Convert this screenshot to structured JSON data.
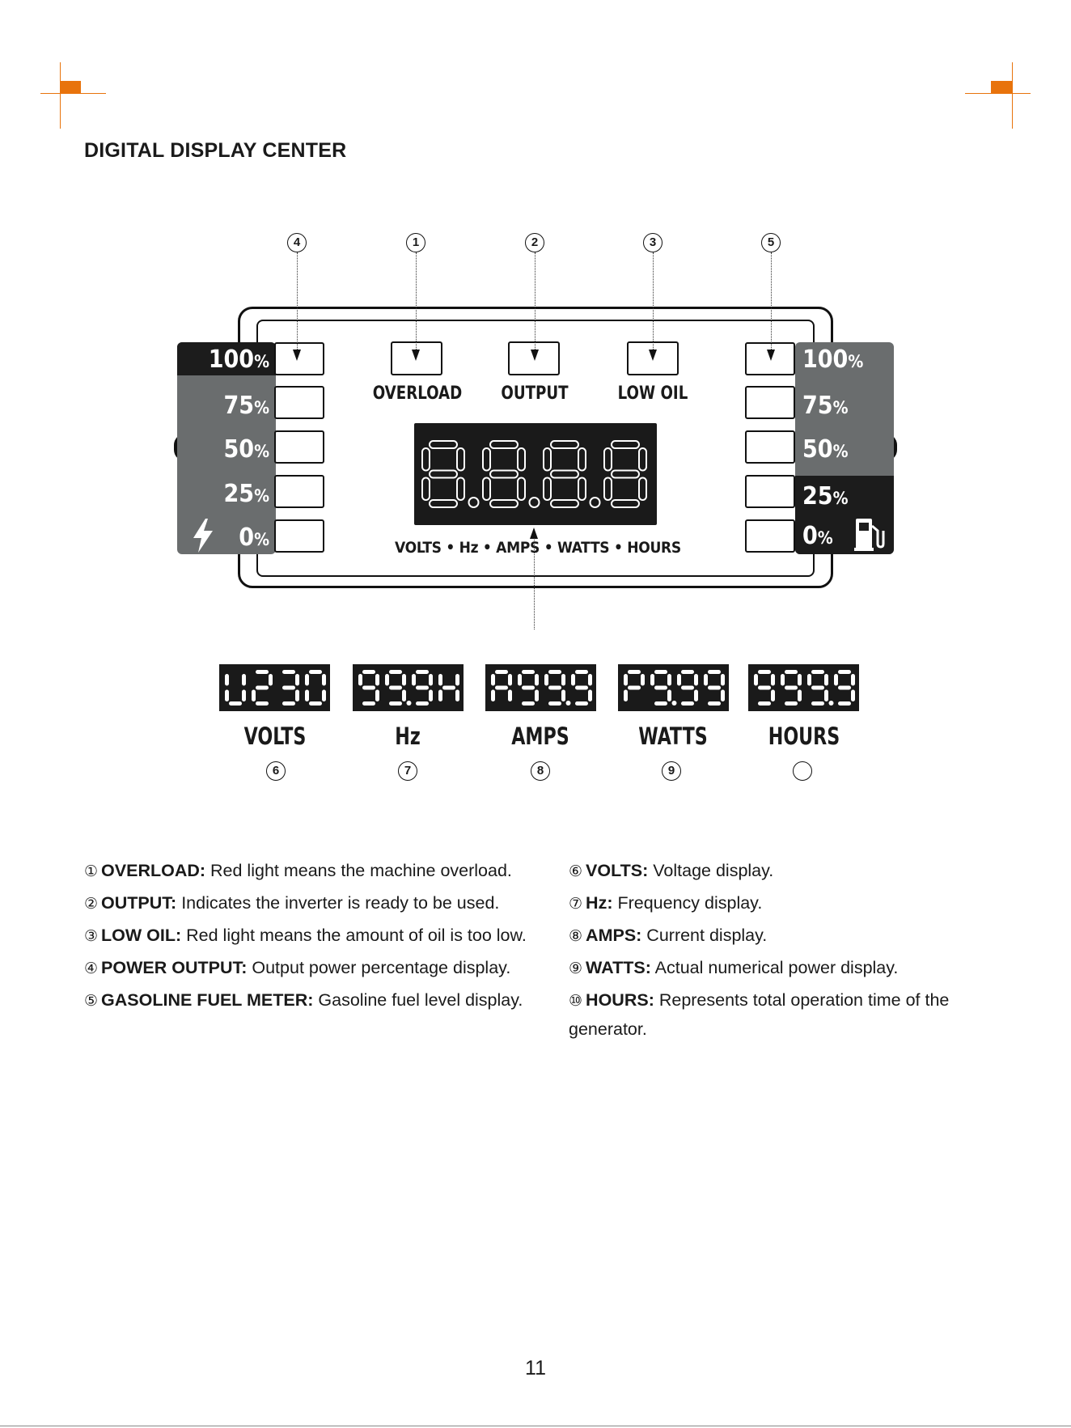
{
  "title": "DIGITAL DISPLAY CENTER",
  "panel": {
    "power_levels": [
      "100",
      "75",
      "50",
      "25",
      "0"
    ],
    "fuel_levels": [
      "100",
      "75",
      "50",
      "25",
      "0"
    ],
    "percent_sign": "%",
    "lamps": [
      "OVERLOAD",
      "OUTPUT",
      "LOW OIL"
    ],
    "main_readout": "8.8.8.8",
    "screen_caption": "VOLTS • Hz • AMPS • WATTS • HOURS",
    "callouts_top": [
      "4",
      "1",
      "2",
      "3",
      "5"
    ],
    "led_color": "#ffffff",
    "screen_color": "#1a1a1a",
    "panel_color": "#6a6d6e",
    "accent": "#e8730c",
    "power_icon": "lightning-bolt-icon",
    "fuel_icon": "fuel-pump-icon"
  },
  "readouts": [
    {
      "value": "U230",
      "label": "VOLTS",
      "callout": "6"
    },
    {
      "value": "99.9H",
      "label": "Hz",
      "callout": "7"
    },
    {
      "value": "A99.9",
      "label": "AMPS",
      "callout": "8"
    },
    {
      "value": "P9.99",
      "label": "WATTS",
      "callout": "9"
    },
    {
      "value": "999.9",
      "label": "HOURS",
      "callout": ""
    }
  ],
  "notes_left": [
    {
      "num": "①",
      "term": "OVERLOAD:",
      "text": " Red light means the machine overload."
    },
    {
      "num": "②",
      "term": "OUTPUT:",
      "text": " Indicates the inverter is ready to be used."
    },
    {
      "num": "③",
      "term": "LOW OIL:",
      "text": " Red light means the amount of oil is too low."
    },
    {
      "num": "④",
      "term": "POWER OUTPUT:",
      "text": " Output power percentage display."
    },
    {
      "num": "⑤",
      "term": "GASOLINE FUEL METER:",
      "text": " Gasoline fuel level display."
    }
  ],
  "notes_right": [
    {
      "num": "⑥",
      "term": "VOLTS:",
      "text": " Voltage display."
    },
    {
      "num": "⑦",
      "term": "Hz:",
      "text": " Frequency display."
    },
    {
      "num": "⑧",
      "term": "AMPS:",
      "text": " Current display."
    },
    {
      "num": "⑨",
      "term": "WATTS:",
      "text": " Actual numerical power display."
    },
    {
      "num": "⑩",
      "term": "HOURS:",
      "text": " Represents total operation time of the generator."
    }
  ],
  "page_number": "11"
}
